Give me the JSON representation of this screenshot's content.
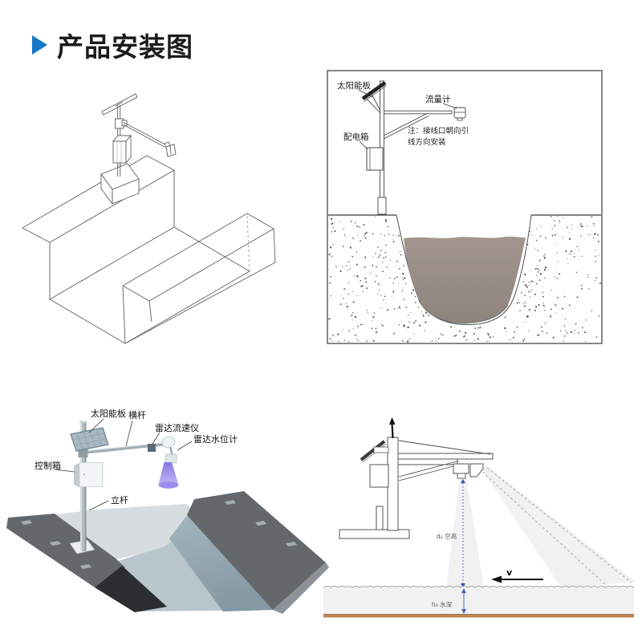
{
  "page": {
    "title": "产品安装图",
    "accent_color": "#1878c8"
  },
  "panel_top_right": {
    "label_solar_panel": "太阳能板",
    "label_flow_meter": "流量计",
    "label_power_box": "配电箱",
    "note_line1": "注：接线口朝向引",
    "note_line2": "线方向安装",
    "water_color": "#9c9089",
    "ground_dot_color": "#3c3c3c"
  },
  "panel_bottom_left": {
    "label_solar_panel": "太阳能板",
    "label_cross_bar": "横杆",
    "label_radar_velocity_meter": "雷达流速仪",
    "label_radar_level_gauge": "雷达水位计",
    "label_control_box": "控制箱",
    "label_pole": "立杆",
    "beam_color": "#8f7ded",
    "water_color": "#b8c5cc"
  },
  "panel_bottom_right": {
    "label_air_height": "d₂ 空高",
    "label_water_depth": "h₀ 水深",
    "label_velocity": "v",
    "bed_color": "#c08655",
    "measure_color": "#3a57b5"
  }
}
